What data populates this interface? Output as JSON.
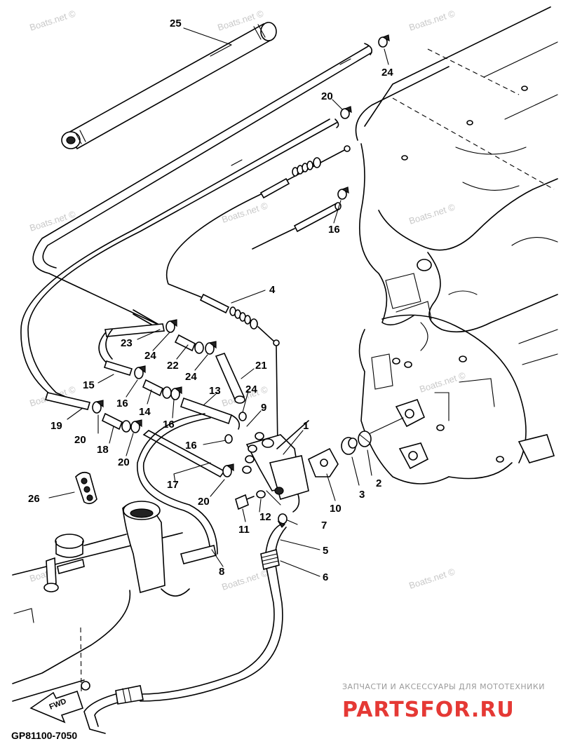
{
  "diagram_code": "GP81100-7050",
  "fwd_label": "FWD",
  "watermark_text": "Boats.net ©",
  "shop_caption": "ЗАПЧАСТИ И АКСЕССУАРЫ ДЛЯ МОТОТЕХНИКИ",
  "shop_logo": "PARTSFOR.RU",
  "callouts": [
    {
      "id": "c25",
      "label": "25"
    },
    {
      "id": "c24a",
      "label": "24"
    },
    {
      "id": "c20a",
      "label": "20"
    },
    {
      "id": "c16a",
      "label": "16"
    },
    {
      "id": "c4",
      "label": "4"
    },
    {
      "id": "c23",
      "label": "23"
    },
    {
      "id": "c24b",
      "label": "24"
    },
    {
      "id": "c22",
      "label": "22"
    },
    {
      "id": "c24c",
      "label": "24"
    },
    {
      "id": "c21",
      "label": "21"
    },
    {
      "id": "c15",
      "label": "15"
    },
    {
      "id": "c16b",
      "label": "16"
    },
    {
      "id": "c14",
      "label": "14"
    },
    {
      "id": "c13",
      "label": "13"
    },
    {
      "id": "c24d",
      "label": "24"
    },
    {
      "id": "c16c",
      "label": "16"
    },
    {
      "id": "c19",
      "label": "19"
    },
    {
      "id": "c20b",
      "label": "20"
    },
    {
      "id": "c18",
      "label": "18"
    },
    {
      "id": "c20c",
      "label": "20"
    },
    {
      "id": "c9",
      "label": "9"
    },
    {
      "id": "c16d",
      "label": "16"
    },
    {
      "id": "c1",
      "label": "1"
    },
    {
      "id": "c17",
      "label": "17"
    },
    {
      "id": "c20d",
      "label": "20"
    },
    {
      "id": "c2",
      "label": "2"
    },
    {
      "id": "c3",
      "label": "3"
    },
    {
      "id": "c10",
      "label": "10"
    },
    {
      "id": "c26",
      "label": "26"
    },
    {
      "id": "c11",
      "label": "11"
    },
    {
      "id": "c12",
      "label": "12"
    },
    {
      "id": "c7",
      "label": "7"
    },
    {
      "id": "c5",
      "label": "5"
    },
    {
      "id": "c8",
      "label": "8"
    },
    {
      "id": "c6",
      "label": "6"
    }
  ],
  "colors": {
    "line": "#000000",
    "watermark": "#c8c8c8",
    "brand": "#e53935",
    "background": "#ffffff"
  }
}
